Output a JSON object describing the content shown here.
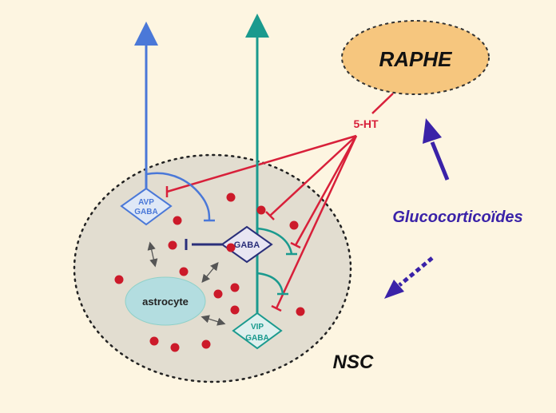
{
  "labels": {
    "raphe": "RAPHE",
    "serotonin": "5-HT",
    "glucocorticoids": "Glucocorticoïdes",
    "nsc": "NSC",
    "astrocyte": "astrocyte",
    "avp_line1": "AVP",
    "avp_line2": "GABA",
    "gaba": "GABA",
    "vip_line1": "VIP",
    "vip_line2": "GABA"
  },
  "colors": {
    "background": "#fdf5e1",
    "raphe_fill": "#f6c67e",
    "nsc_fill": "#e2ddd0",
    "serotonin_red": "#d8203a",
    "avp_blue": "#4a78d8",
    "vip_teal": "#1a9a8e",
    "gaba_navy": "#2a2f7a",
    "glucocorticoid_purple": "#3a22a8",
    "astrocyte_fill": "#b3dde0"
  }
}
